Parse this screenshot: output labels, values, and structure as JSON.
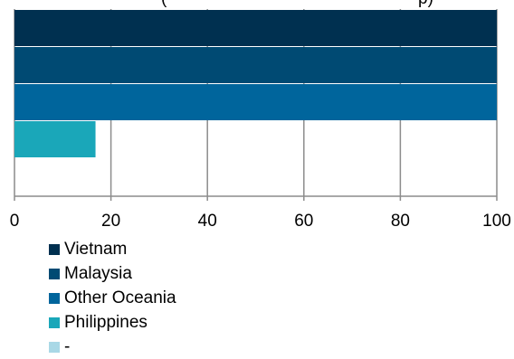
{
  "chart_data": {
    "type": "bar",
    "orientation": "horizontal",
    "title": "(",
    "title_right": "p)",
    "categories": [
      "Vietnam",
      "Malaysia",
      "Other Oceania",
      "Philippines",
      "-"
    ],
    "values": [
      100,
      100,
      100,
      16.8,
      0
    ],
    "colors": [
      "#003050",
      "#004a73",
      "#00659c",
      "#1aa7b9",
      "#a9d8e6"
    ],
    "xlim": [
      0,
      100
    ],
    "xticks": [
      "0",
      "20",
      "40",
      "60",
      "80",
      "100"
    ],
    "grid": true,
    "legend_position": "bottom",
    "legend": [
      {
        "label": "Vietnam",
        "color": "#003050"
      },
      {
        "label": "Malaysia",
        "color": "#004a73"
      },
      {
        "label": "Other Oceania",
        "color": "#00659c"
      },
      {
        "label": "Philippines",
        "color": "#1aa7b9"
      },
      {
        "label": "-",
        "color": "#a9d8e6"
      }
    ]
  }
}
